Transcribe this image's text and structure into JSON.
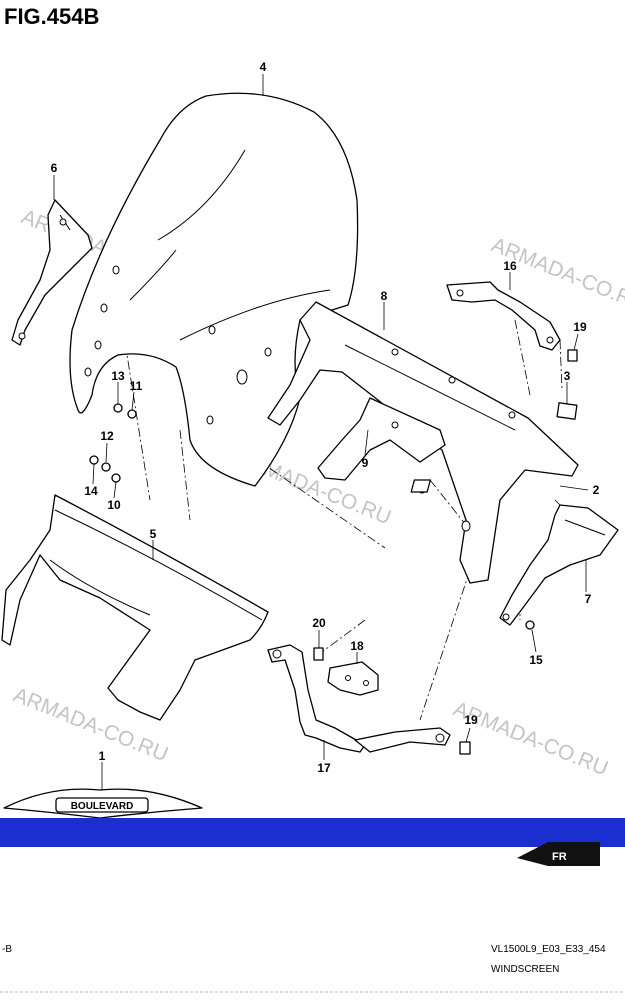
{
  "header": {
    "figure_title": "FIG.454B"
  },
  "watermark": {
    "text": "ARMADA-CO.RU"
  },
  "emblem": {
    "text": "BOULEVARD"
  },
  "arrow_badge": {
    "text": "FR"
  },
  "footer": {
    "left_text": "-B",
    "model_code": "VL1500L9_E03_E33_454",
    "section_name": "WINDSCREEN"
  },
  "parts": [
    {
      "ref": "1"
    },
    {
      "ref": "2"
    },
    {
      "ref": "3"
    },
    {
      "ref": "4"
    },
    {
      "ref": "5"
    },
    {
      "ref": "6"
    },
    {
      "ref": "7"
    },
    {
      "ref": "8"
    },
    {
      "ref": "9"
    },
    {
      "ref": "10"
    },
    {
      "ref": "11"
    },
    {
      "ref": "12"
    },
    {
      "ref": "13"
    },
    {
      "ref": "14"
    },
    {
      "ref": "15"
    },
    {
      "ref": "16"
    },
    {
      "ref": "17"
    },
    {
      "ref": "18"
    },
    {
      "ref": "19"
    },
    {
      "ref": "19"
    },
    {
      "ref": "20"
    }
  ],
  "colors": {
    "band": "#1b2fd0",
    "watermark": "#c4c4c4",
    "line": "#000000"
  }
}
